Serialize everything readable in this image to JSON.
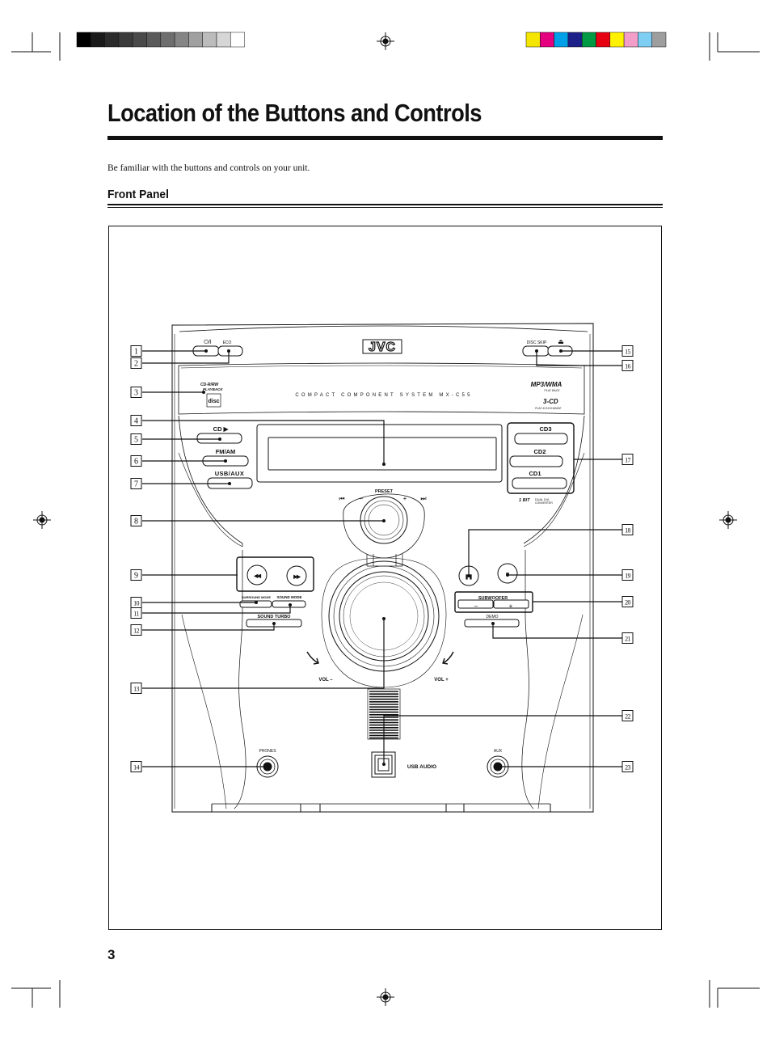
{
  "page": {
    "title": "Location of the Buttons and Controls",
    "intro": "Be familiar with the buttons and controls on your unit.",
    "section": "Front Panel",
    "page_number": "3"
  },
  "print_marks": {
    "gray_bar": [
      "#000000",
      "#1a1a1a",
      "#2b2b2b",
      "#3b3b3b",
      "#4a4a4a",
      "#5a5a5a",
      "#6e6e6e",
      "#858585",
      "#a0a0a0",
      "#bcbcbc",
      "#d6d6d6",
      "#ffffff"
    ],
    "color_bar": [
      "#f4e600",
      "#e4007f",
      "#00a0e9",
      "#1d2088",
      "#009944",
      "#e60012",
      "#fff100",
      "#f29ec8",
      "#7ecef4",
      "#9e9e9e"
    ]
  },
  "unit": {
    "brand": "JVC",
    "model_text": "COMPACT COMPONENT SYSTEM MX-C55",
    "labels": {
      "power": "⏻/I",
      "eco": "ECO",
      "disc_skip": "DISC SKIP",
      "eject": "⏏",
      "cd_rw": "CD-R/RW",
      "playback": "PLAYBACK",
      "mp3wma": "MP3/WMA",
      "play_back": "PLAY BACK",
      "three_cd": "3-CD",
      "play_exchange": "PLAY & EXCHANGE",
      "cd_play": "CD ▶",
      "fm_am": "FM/AM",
      "usb_aux": "USB/AUX",
      "cd3": "CD3",
      "cd2": "CD2",
      "cd1": "CD1",
      "one_bit": "1 BIT",
      "dual_da": "DUAL D/A",
      "converter": "CONVERTER",
      "preset": "PRESET",
      "minus": "–",
      "plus": "+",
      "prev": "⏮",
      "next": "⏭",
      "rew": "◀◀",
      "ff": "▶▶",
      "pause": "❚❚",
      "stop": "■",
      "surround_mode": "SURROUND MODE",
      "sound_mode": "SOUND MODE",
      "sound_turbo": "SOUND TURBO",
      "subwoofer": "SUBWOOFER",
      "demo": "DEMO",
      "vol_minus": "VOL –",
      "vol_plus": "VOL +",
      "phones": "PHONES",
      "usb_audio": "USB AUDIO",
      "aux": "AUX"
    }
  },
  "callouts": {
    "left": [
      "1",
      "2",
      "3",
      "4",
      "5",
      "6",
      "7",
      "8",
      "9",
      "10",
      "11",
      "12",
      "13",
      "14"
    ],
    "right": [
      "15",
      "16",
      "17",
      "18",
      "19",
      "20",
      "21",
      "22",
      "23"
    ]
  }
}
